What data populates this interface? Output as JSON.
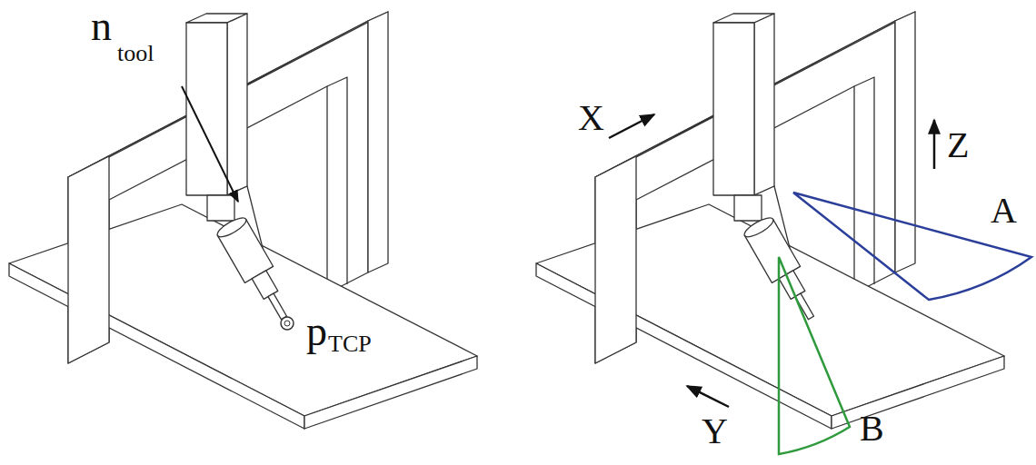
{
  "diagram": {
    "labels": [
      "n",
      "tool",
      "p",
      "TCP",
      "X",
      "Z",
      "A",
      "Y",
      "B"
    ]
  }
}
